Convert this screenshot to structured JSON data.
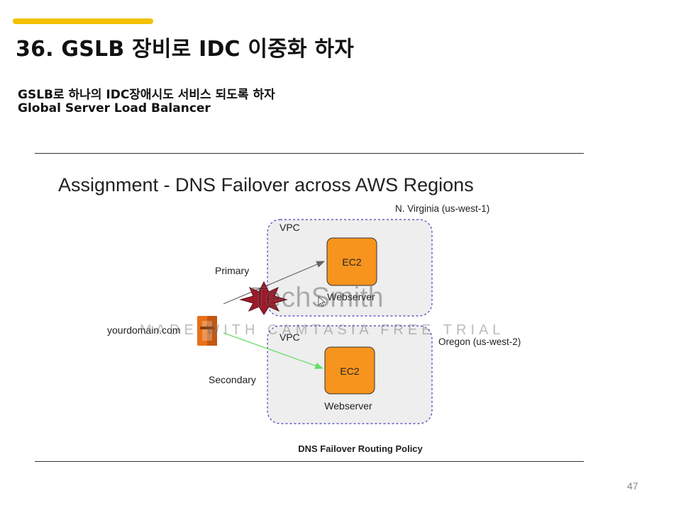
{
  "slide": {
    "title": "36. GSLB 장비로 IDC 이중화 하자",
    "subtitle_line1": "GSLB로  하나의 IDC장애시도 서비스 되도록 하자",
    "subtitle_line2": "Global Server Load Balancer",
    "page_number": "47",
    "accent_color": "#f2c200"
  },
  "diagram": {
    "heading": "Assignment - DNS Failover across AWS Regions",
    "region_top_label": "N. Virginia (us-west-1)",
    "region_bottom_label": "Oregon (us-west-2)",
    "vpc_top_label": "VPC",
    "vpc_bottom_label": "VPC",
    "ec2_top_label": "EC2",
    "ec2_bottom_label": "EC2",
    "webserver_top_label": "Webserver",
    "webserver_bottom_label": "Webserver",
    "primary_label": "Primary",
    "secondary_label": "Secondary",
    "domain_label": "yourdomain.com",
    "caption": "DNS Failover Routing Policy",
    "watermark_brand": "TechSmith",
    "watermark_text": "MADE WITH CAMTASIA FREE TRIAL",
    "colors": {
      "ec2_fill": "#f7941d",
      "vpc_border": "#4040c0",
      "vpc_fill": "#eeeeee",
      "primary_arrow": "#666666",
      "secondary_arrow": "#66dd66",
      "burst": "#9b1b2a",
      "route53_icon": "#e8701a"
    },
    "icons": [
      "route53-icon",
      "failure-burst-icon",
      "cursor-icon"
    ]
  }
}
